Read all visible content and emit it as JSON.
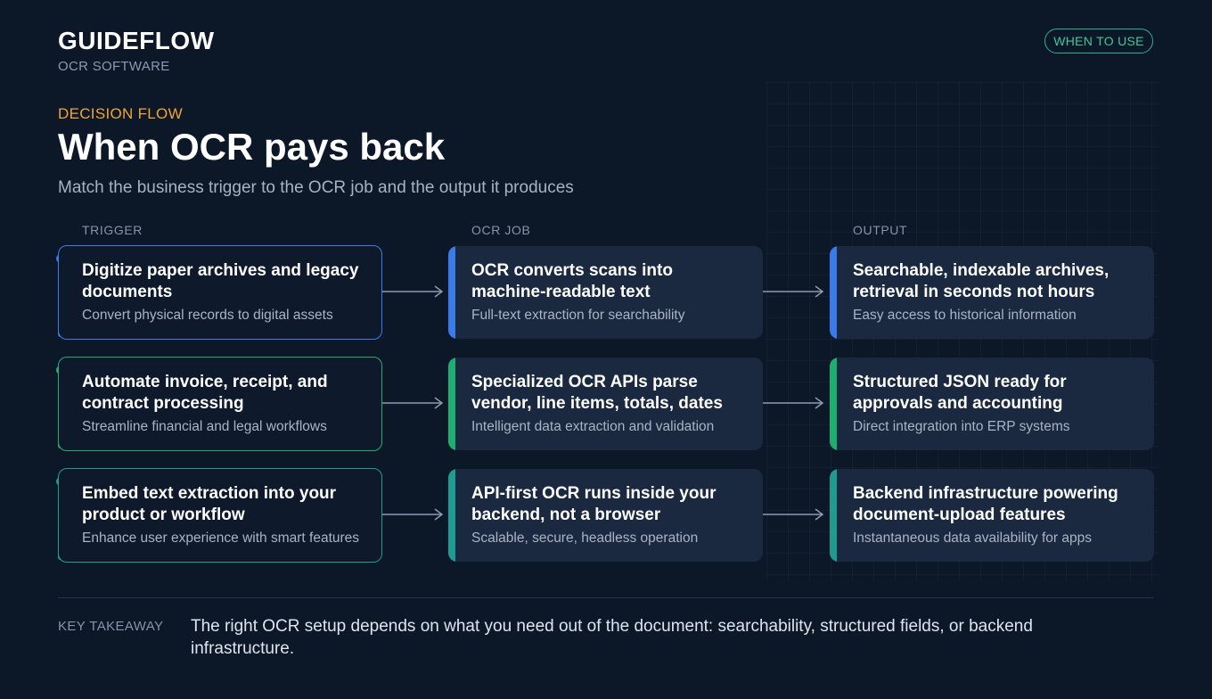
{
  "brand": {
    "name": "GUIDEFLOW",
    "subtitle": "OCR SOFTWARE",
    "badge": "WHEN TO USE"
  },
  "header": {
    "kicker": "DECISION FLOW",
    "title": "When OCR pays back",
    "subtitle": "Match the business trigger to the OCR job and the output it produces"
  },
  "columns": {
    "trigger": "TRIGGER",
    "job": "OCR JOB",
    "output": "OUTPUT"
  },
  "colors": {
    "blue": "#3a7bea",
    "green": "#1fae72",
    "teal": "#1f9c8f",
    "accent_orange": "#f0a535",
    "badge_teal": "#3cc9a0"
  },
  "rows": [
    {
      "trigger": {
        "title": "Digitize paper archives and legacy documents",
        "desc": "Convert physical records to digital assets"
      },
      "job": {
        "title": "OCR converts scans into machine-readable text",
        "desc": "Full-text extraction for searchability"
      },
      "output": {
        "title": "Searchable, indexable archives, retrieval in seconds not hours",
        "desc": "Easy access to historical information"
      }
    },
    {
      "trigger": {
        "title": "Automate invoice, receipt, and contract processing",
        "desc": "Streamline financial and legal workflows"
      },
      "job": {
        "title": "Specialized OCR APIs parse vendor, line items, totals, dates",
        "desc": "Intelligent data extraction and validation"
      },
      "output": {
        "title": "Structured JSON ready for approvals and accounting",
        "desc": "Direct integration into ERP systems"
      }
    },
    {
      "trigger": {
        "title": "Embed text extraction into your product or workflow",
        "desc": "Enhance user experience with smart features"
      },
      "job": {
        "title": "API-first OCR runs inside your backend, not a browser",
        "desc": "Scalable, secure, headless operation"
      },
      "output": {
        "title": "Backend infrastructure powering document-upload features",
        "desc": "Instantaneous data availability for apps"
      }
    }
  ],
  "takeaway": {
    "label": "KEY TAKEAWAY",
    "text": "The right OCR setup depends on what you need out of the document: searchability, structured fields, or backend infrastructure."
  }
}
